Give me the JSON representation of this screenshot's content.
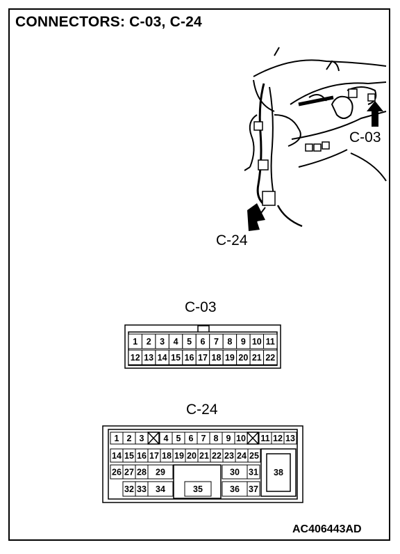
{
  "title": "CONNECTORS: C-03, C-24",
  "figure_code": "AC406443AD",
  "photo": {
    "callout_c03": "C-03",
    "callout_c24": "C-24"
  },
  "connector_c03": {
    "label": "C-03",
    "row1": [
      "1",
      "2",
      "3",
      "4",
      "5",
      "6",
      "7",
      "8",
      "9",
      "10",
      "11"
    ],
    "row2": [
      "12",
      "13",
      "14",
      "15",
      "16",
      "17",
      "18",
      "19",
      "20",
      "21",
      "22"
    ]
  },
  "connector_c24": {
    "label": "C-24",
    "row1": [
      "1",
      "2",
      "3",
      "4",
      "5",
      "6",
      "7",
      "8",
      "9",
      "10",
      "11",
      "12",
      "13"
    ],
    "row2": [
      "14",
      "15",
      "16",
      "17",
      "18",
      "19",
      "20",
      "21",
      "22",
      "23",
      "24",
      "25"
    ],
    "row3": [
      "26",
      "27",
      "28",
      "29",
      "30",
      "31",
      "38"
    ],
    "row4": [
      "32",
      "33",
      "34",
      "35",
      "36",
      "37"
    ]
  }
}
